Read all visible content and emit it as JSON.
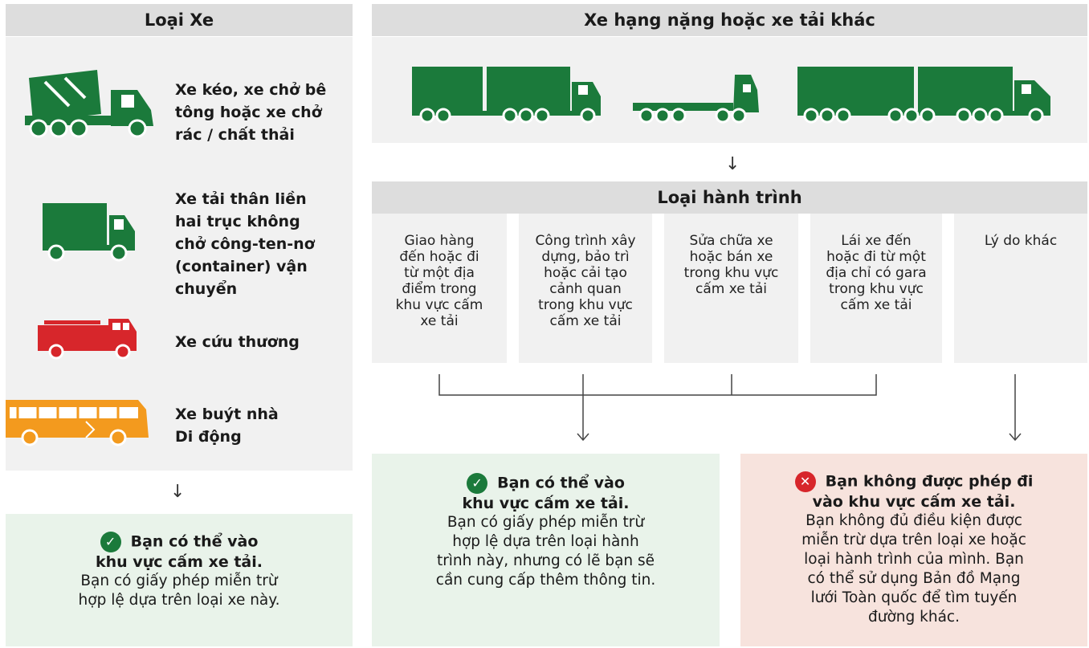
{
  "left": {
    "header": "Loại Xe",
    "vehicles": [
      {
        "icon": "mixer-truck-icon",
        "label_lines": [
          "Xe kéo, xe chở bê",
          "tông hoặc xe chở",
          "rác / chất thải"
        ]
      },
      {
        "icon": "box-truck-icon",
        "label_lines": [
          "Xe tải thân liền",
          "hai trục không",
          "chở công-ten-nơ",
          "(container) vận",
          "chuyển"
        ]
      },
      {
        "icon": "fire-truck-icon",
        "label_lines": [
          "Xe cứu thương"
        ]
      },
      {
        "icon": "bus-icon",
        "label_lines": [
          "Xe buýt nhà",
          "Di động"
        ]
      }
    ],
    "result": {
      "title_lines": [
        "Bạn có thể vào",
        "khu vực cấm xe tải."
      ],
      "body_lines": [
        "Bạn có giấy phép miễn trừ",
        "hợp lệ dựa trên loại xe này."
      ]
    }
  },
  "right": {
    "header": "Xe hạng nặng hoặc xe tải khác",
    "trucks": [
      "truck-with-trailer-icon",
      "flatbed-truck-icon",
      "road-train-icon"
    ],
    "trip_header": "Loại hành trình",
    "trips": [
      [
        "Giao hàng",
        "đến hoặc đi",
        "từ một địa",
        "điểm trong",
        "khu vực cấm",
        "xe tải"
      ],
      [
        "Công trình xây",
        "dựng, bảo trì",
        "hoặc cải tạo",
        "cảnh quan",
        "trong khu vực",
        "cấm xe tải"
      ],
      [
        "Sửa chữa xe",
        "hoặc bán xe",
        "trong khu vực",
        "cấm xe tải"
      ],
      [
        "Lái xe đến",
        "hoặc đi từ một",
        "địa chỉ có gara",
        "trong khu vực",
        "cấm xe tải"
      ],
      [
        "Lý do khác"
      ]
    ],
    "result_allowed": {
      "title_lines": [
        "Bạn có thể vào",
        "khu vực cấm xe tải."
      ],
      "body_lines": [
        "Bạn có giấy phép miễn trừ",
        "hợp lệ dựa trên loại hành",
        "trình này, nhưng có lẽ bạn sẽ",
        "cần cung cấp thêm thông tin."
      ]
    },
    "result_denied": {
      "title_lines": [
        "Bạn không được phép đi",
        "vào khu vực cấm xe tải."
      ],
      "body_lines": [
        "Bạn không đủ điều kiện được",
        "miễn trừ dựa trên loại xe hoặc",
        "loại hành trình của mình. Bạn",
        "có thể sử dụng Bản đồ Mạng",
        "lưới Toàn quốc để tìm tuyến",
        "đường khác."
      ]
    }
  },
  "colors": {
    "green": "#1b7a3b",
    "red": "#d7262b",
    "orange": "#f39a1e",
    "allowed_bg": "#e9f3ea",
    "denied_bg": "#f7e3dd"
  }
}
